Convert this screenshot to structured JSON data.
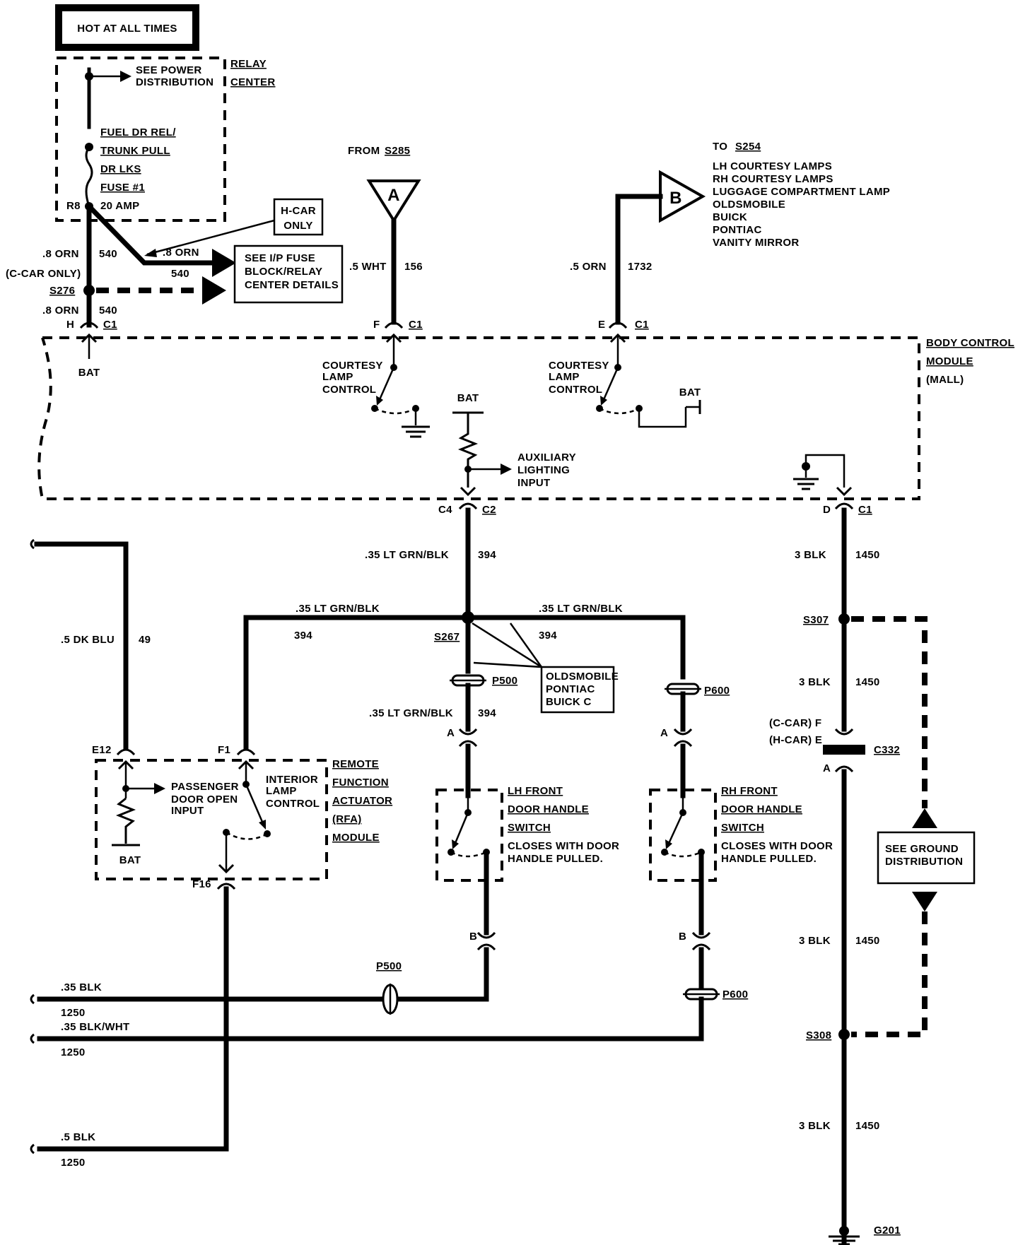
{
  "hot_label": "HOT AT ALL TIMES",
  "relay_center": {
    "line1": "RELAY",
    "line2": "CENTER"
  },
  "see_power": {
    "line1": "SEE POWER",
    "line2": "DISTRIBUTION"
  },
  "fuse": {
    "line1": "FUEL DR REL/",
    "line2": "TRUNK PULL",
    "line3": "DR LKS",
    "line4": "FUSE #1",
    "line5": "20 AMP",
    "pin": "R8"
  },
  "hcar_only": {
    "line1": "H-CAR",
    "line2": "ONLY"
  },
  "ip_fuse_box": {
    "line1": "SEE I/P FUSE",
    "line2": "BLOCK/RELAY",
    "line3": "CENTER DETAILS"
  },
  "wires": {
    "orn8": ".8 ORN",
    "c540": "540",
    "ccar_only": "(C-CAR ONLY)",
    "s276": "S276",
    "wht5": ".5 WHT",
    "c156": "156",
    "orn5": ".5 ORN",
    "c1732": "1732",
    "ltgrn": ".35 LT GRN/BLK",
    "c394": "394",
    "dkblu": ".5 DK BLU",
    "c49": "49",
    "blk3": "3 BLK",
    "c1450": "1450",
    "blk35": ".35 BLK",
    "blkwht35": ".35 BLK/WHT",
    "blk5": ".5 BLK",
    "c1250": "1250"
  },
  "connectors": {
    "h": "H",
    "c1": "C1",
    "f": "F",
    "e": "E",
    "c4": "C4",
    "c2": "C2",
    "d": "D",
    "a": "A",
    "b": "B",
    "e12": "E12",
    "f1": "F1",
    "f16": "F16",
    "p500": "P500",
    "p600": "P600",
    "s267": "S267",
    "s307": "S307",
    "s308": "S308",
    "c332": "C332",
    "ccar_f": "(C-CAR) F",
    "hcar_e": "(H-CAR) E",
    "g201": "G201"
  },
  "from_s285": {
    "prefix": "FROM ",
    "ref": "S285",
    "symbol": "A"
  },
  "to_s254": {
    "prefix": "TO ",
    "ref": "S254",
    "symbol": "B",
    "lines": [
      "LH COURTESY LAMPS",
      "RH COURTESY LAMPS",
      "LUGGAGE COMPARTMENT LAMP",
      "OLDSMOBILE",
      "BUICK",
      "PONTIAC",
      "VANITY MIRROR"
    ]
  },
  "bcm": {
    "line1": "BODY CONTROL",
    "line2": "MODULE",
    "line3": "(MALL)"
  },
  "courtesy": {
    "line1": "COURTESY",
    "line2": "LAMP",
    "line3": "CONTROL"
  },
  "bat": "BAT",
  "aux": {
    "line1": "AUXILIARY",
    "line2": "LIGHTING",
    "line3": "INPUT"
  },
  "olds_box": {
    "line1": "OLDSMOBILE",
    "line2": "PONTIAC",
    "line3": "BUICK C"
  },
  "rfa": {
    "line1": "REMOTE",
    "line2": "FUNCTION",
    "line3": "ACTUATOR",
    "line4": "(RFA)",
    "line5": "MODULE"
  },
  "passenger": {
    "line1": "PASSENGER",
    "line2": "DOOR OPEN",
    "line3": "INPUT"
  },
  "interior": {
    "line1": "INTERIOR",
    "line2": "LAMP",
    "line3": "CONTROL"
  },
  "lh_switch": {
    "line1": "LH FRONT",
    "line2": "DOOR HANDLE",
    "line3": "SWITCH",
    "line4": "CLOSES WITH DOOR",
    "line5": "HANDLE PULLED."
  },
  "rh_switch": {
    "line1": "RH FRONT",
    "line2": "DOOR HANDLE",
    "line3": "SWITCH",
    "line4": "CLOSES WITH DOOR",
    "line5": "HANDLE PULLED."
  },
  "ground_box": {
    "line1": "SEE GROUND",
    "line2": "DISTRIBUTION"
  }
}
